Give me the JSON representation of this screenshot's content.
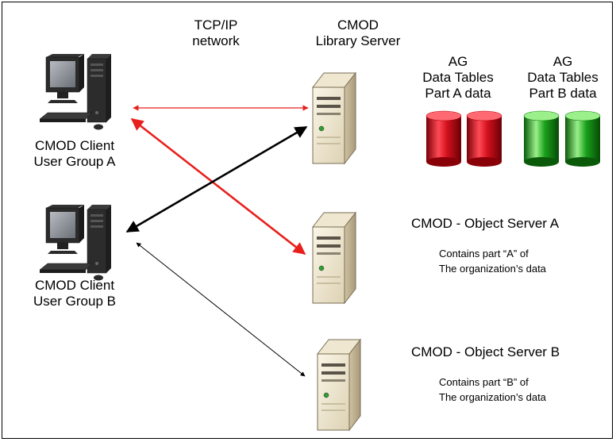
{
  "network_label": [
    "TCP/IP",
    "network"
  ],
  "library_server": {
    "label": [
      "CMOD",
      "Library Server"
    ]
  },
  "clients": [
    {
      "label": [
        "CMOD Client",
        "User Group A"
      ],
      "icon": "desktop-computer-icon"
    },
    {
      "label": [
        "CMOD Client",
        "User Group B"
      ],
      "icon": "desktop-computer-icon"
    }
  ],
  "data_tables": [
    {
      "label": [
        "AG",
        "Data Tables",
        "Part A data"
      ],
      "color": "#d0101c"
    },
    {
      "label": [
        "AG",
        "Data Tables",
        "Part B data"
      ],
      "color": "#1aa01a"
    }
  ],
  "object_servers": [
    {
      "title": "CMOD - Object Server A",
      "desc": [
        "Contains part “A” of",
        "The organization’s data"
      ]
    },
    {
      "title": "CMOD - Object Server B",
      "desc": [
        "Contains part “B” of",
        "The organization’s data"
      ]
    }
  ],
  "connection_colors": {
    "group_a": "#e8201c",
    "group_b": "#000000"
  }
}
